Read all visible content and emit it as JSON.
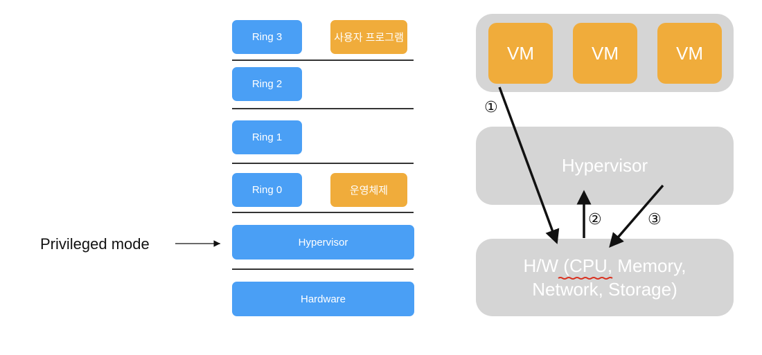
{
  "ring_diagram": {
    "rings": [
      {
        "label": "Ring 3",
        "context": "사용자 프로그램"
      },
      {
        "label": "Ring 2",
        "context": ""
      },
      {
        "label": "Ring 1",
        "context": ""
      },
      {
        "label": "Ring 0",
        "context": "운영체제"
      }
    ],
    "hypervisor_label": "Hypervisor",
    "hardware_label": "Hardware",
    "privileged_label": "Privileged mode"
  },
  "virtualization_diagram": {
    "vms": [
      "VM",
      "VM",
      "VM"
    ],
    "hypervisor_label": "Hypervisor",
    "hardware_line1": "H/W (CPU, Memory,",
    "hardware_line2": "Network, Storage)",
    "steps": [
      "①",
      "②",
      "③"
    ]
  },
  "colors": {
    "ring_blue": "#4a9ff5",
    "context_orange": "#f0ac3b",
    "panel_gray": "#d5d5d5",
    "underline_red": "#d9301f"
  }
}
